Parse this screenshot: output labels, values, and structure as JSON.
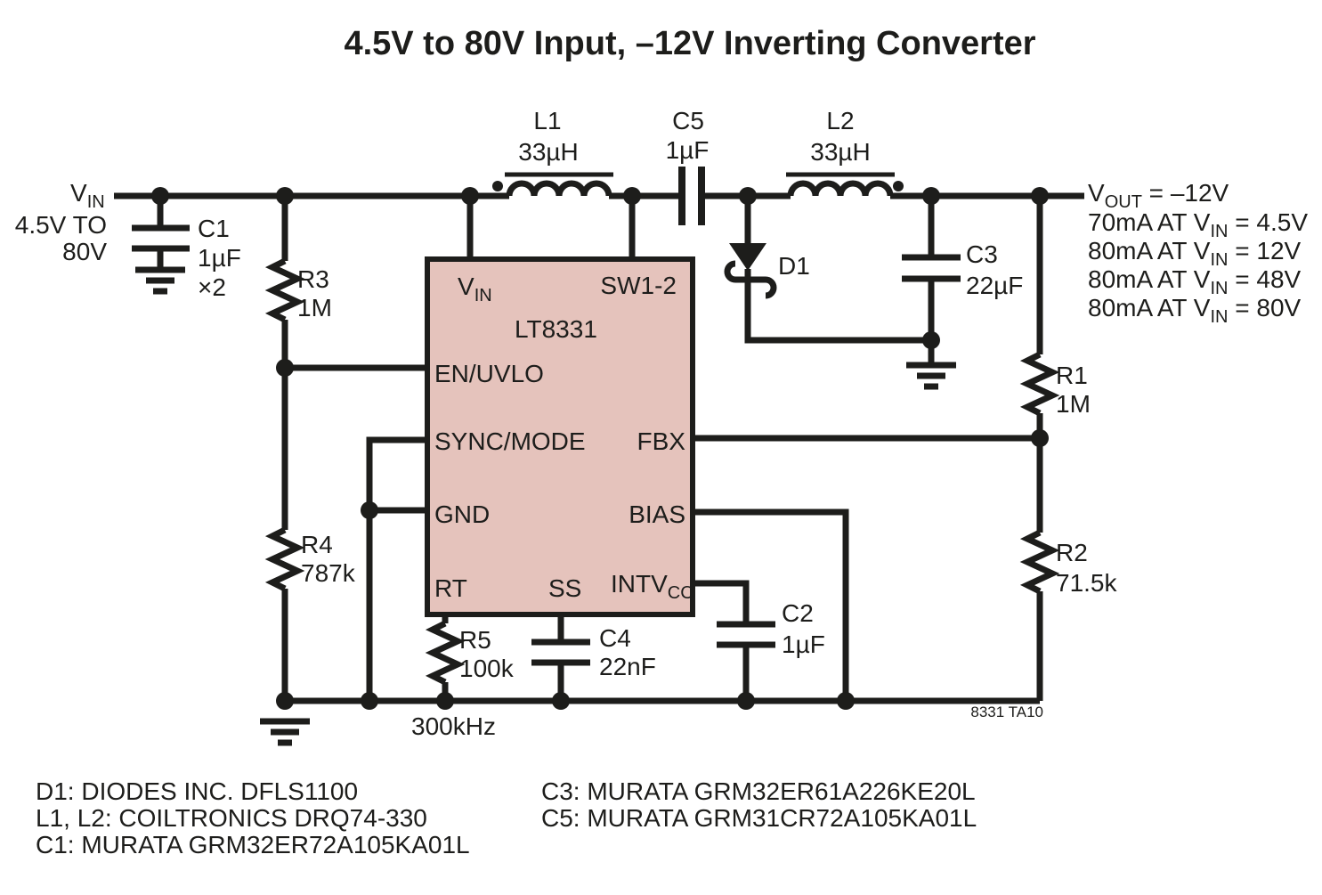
{
  "title": "4.5V to 80V Input, –12V Inverting Converter",
  "input": {
    "v_main": "V",
    "v_sub": "IN",
    "range1": "4.5V TO",
    "range2": "80V"
  },
  "ic": {
    "part": "LT8331",
    "pin_vin_main": "V",
    "pin_vin_sub": "IN",
    "pin_sw": "SW1-2",
    "pin_en": "EN/UVLO",
    "pin_sync": "SYNC/MODE",
    "pin_gnd": "GND",
    "pin_rt": "RT",
    "pin_ss": "SS",
    "pin_intv_main": "INTV",
    "pin_intv_sub": "CC",
    "pin_fbx": "FBX",
    "pin_bias": "BIAS"
  },
  "components": {
    "c1_ref": "C1",
    "c1_val": "1µF",
    "c1_qty": "×2",
    "r3_ref": "R3",
    "r3_val": "1M",
    "r4_ref": "R4",
    "r4_val": "787k",
    "r5_ref": "R5",
    "r5_val": "100k",
    "c4_ref": "C4",
    "c4_val": "22nF",
    "c2_ref": "C2",
    "c2_val": "1µF",
    "l1_ref": "L1",
    "l1_val": "33µH",
    "c5_ref": "C5",
    "c5_val": "1µF",
    "l2_ref": "L2",
    "l2_val": "33µH",
    "d1_ref": "D1",
    "c3_ref": "C3",
    "c3_val": "22µF",
    "r1_ref": "R1",
    "r1_val": "1M",
    "r2_ref": "R2",
    "r2_val": "71.5k"
  },
  "output": {
    "v_main": "V",
    "v_sub": "OUT",
    "v_eq": " = –12V",
    "spec1_pre": "70mA AT V",
    "spec1_sub": "IN",
    "spec1_post": " = 4.5V",
    "spec2_pre": "80mA AT V",
    "spec2_sub": "IN",
    "spec2_post": " = 12V",
    "spec3_pre": "80mA AT V",
    "spec3_sub": "IN",
    "spec3_post": " = 48V",
    "spec4_pre": "80mA AT V",
    "spec4_sub": "IN",
    "spec4_post": " = 80V"
  },
  "annotations": {
    "freq": "300kHz",
    "fig_id": "8331 TA10"
  },
  "notes": {
    "d1": "D1: DIODES INC. DFLS1100",
    "l1l2": "L1, L2: COILTRONICS DRQ74-330",
    "c1": "C1: MURATA GRM32ER72A105KA01L",
    "c3": "C3: MURATA GRM32ER61A226KE20L",
    "c5": "C5: MURATA GRM31CR72A105KA01L"
  },
  "colors": {
    "ic_fill": "#e5c3bc",
    "line": "#1d1d1b"
  }
}
